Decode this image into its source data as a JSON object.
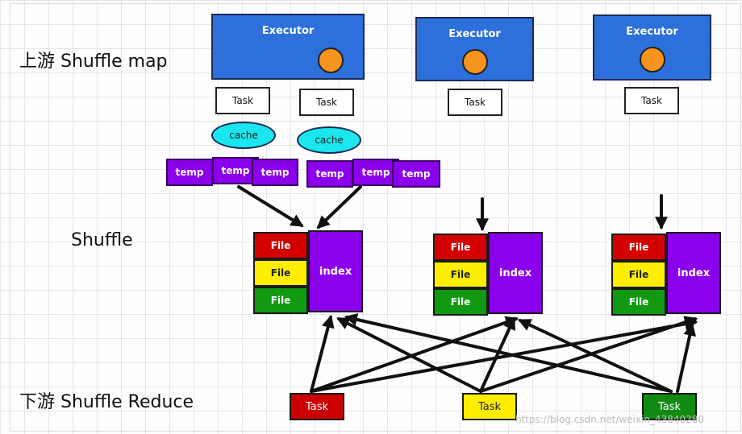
{
  "labels": {
    "upstream": "上游 Shuffle map",
    "shuffle": "Shuffle",
    "downstream": "下游 Shuffle Reduce"
  },
  "executors": [
    {
      "label": "Executor"
    },
    {
      "label": "Executor"
    },
    {
      "label": "Executor"
    }
  ],
  "map_tasks": [
    "Task",
    "Task",
    "Task",
    "Task"
  ],
  "caches": [
    "cache",
    "cache"
  ],
  "temps": [
    "temp",
    "temp",
    "temp",
    "temp",
    "temp",
    "temp"
  ],
  "blocks": [
    {
      "files": [
        "File",
        "File",
        "File"
      ],
      "index": "index"
    },
    {
      "files": [
        "File",
        "File",
        "File"
      ],
      "index": "index"
    },
    {
      "files": [
        "File",
        "File",
        "File"
      ],
      "index": "index"
    }
  ],
  "reduce_tasks": [
    "Task",
    "Task",
    "Task"
  ],
  "watermark": "https://blog.csdn.net/weixin_43840280",
  "colors": {
    "executor": "#2d6fdb",
    "core": "#f7941d",
    "cache": "#19e6ef",
    "temp": "#8b00ea",
    "index": "#8b00ea",
    "file_red": "#d40000",
    "file_yellow": "#ffee00",
    "file_green": "#119a11"
  }
}
